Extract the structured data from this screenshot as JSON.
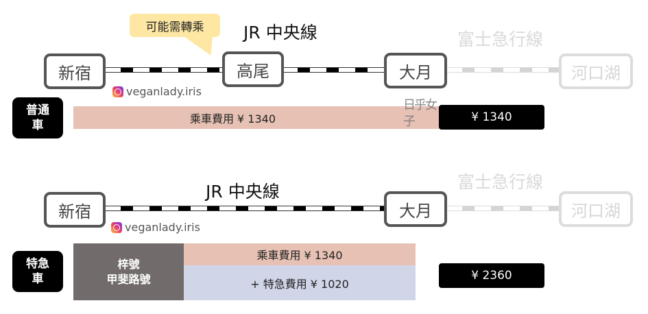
{
  "diagram_title": "新宿 to 河口湖 train fare comparison",
  "colors": {
    "fare_bar": "#e6c1b4",
    "express_bar": "#d0d5e8",
    "train_name_bar": "#716c6b",
    "bubble": "#fde7a3",
    "badge": "#000000",
    "faded": "#d6d6d6"
  },
  "sections": [
    {
      "badge": {
        "line1": "普通",
        "line2": "車"
      },
      "jr_line_label": "JR 中央線",
      "fuji_line_label": "富士急行線",
      "stations": [
        "新宿",
        "高尾",
        "大月",
        "河口湖"
      ],
      "transfer_note": "可能需轉乘",
      "watermark": "veganlady.iris",
      "fare_label": "乘車費用 ¥ 1340",
      "total": "¥ 1340"
    },
    {
      "badge": {
        "line1": "特急",
        "line2": "車"
      },
      "jr_line_label": "JR 中央線",
      "fuji_line_label": "富士急行線",
      "stations": [
        "新宿",
        "大月",
        "河口湖"
      ],
      "watermark": "veganlady.iris",
      "train_names": {
        "line1": "梓號",
        "line2": "甲斐路號"
      },
      "fare_label": "乘車費用 ¥ 1340",
      "express_label": "+ 特急費用 ¥ 1020",
      "total": "¥ 2360"
    }
  ],
  "logo_watermark": "日乎女子"
}
